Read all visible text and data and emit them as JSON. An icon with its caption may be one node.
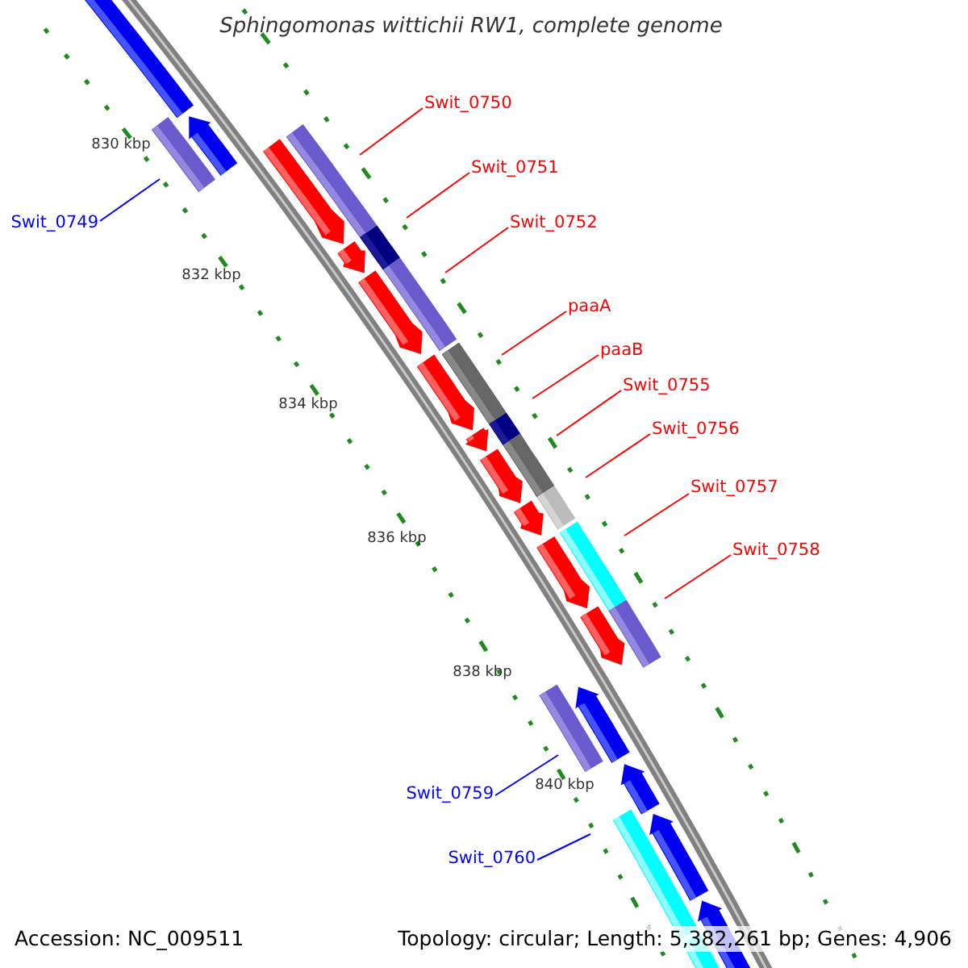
{
  "diagram": {
    "title": "Sphingomonas wittichii RW1, complete genome",
    "nodes": [
      {
        "text": [
          "Swit_0749"
        ]
      },
      {
        "text": [
          "Swit_0750"
        ]
      },
      {
        "text": [
          "Swit_0751"
        ]
      },
      {
        "text": [
          "Swit_0752"
        ]
      },
      {
        "text": [
          "paaA"
        ]
      },
      {
        "text": [
          "paaB"
        ]
      },
      {
        "text": [
          "Swit_0755"
        ]
      },
      {
        "text": [
          "Swit_0756"
        ]
      },
      {
        "text": [
          "Swit_0757"
        ]
      },
      {
        "text": [
          "Swit_0758"
        ]
      },
      {
        "text": [
          "Swit_0759"
        ]
      },
      {
        "text": [
          "Swit_0760"
        ]
      }
    ],
    "edges": [
      {
        "from": 0,
        "to": null,
        "arrow": "none",
        "color": "#0000ff"
      },
      {
        "from": 1,
        "to": null,
        "arrow": "none"
      },
      {
        "from": 2,
        "to": null,
        "arrow": "none"
      },
      {
        "from": 3,
        "to": null,
        "arrow": "none"
      },
      {
        "from": 4,
        "to": null,
        "arrow": "none"
      },
      {
        "from": 5,
        "to": null,
        "arrow": "none"
      },
      {
        "from": 6,
        "to": null,
        "arrow": "none"
      },
      {
        "from": 7,
        "to": null,
        "arrow": "none"
      },
      {
        "from": 8,
        "to": null,
        "arrow": "none"
      },
      {
        "from": 9,
        "to": null,
        "arrow": "none"
      },
      {
        "from": 10,
        "to": null,
        "arrow": "none",
        "color": "#0000ff"
      },
      {
        "from": 11,
        "to": null,
        "arrow": "none",
        "color": "#0000ff"
      }
    ],
    "labels": [
      "830 kbp",
      "832 kbp",
      "834 kbp",
      "836 kbp",
      "838 kbp",
      "840 kbp",
      "Accession: NC_009511",
      "Topology: circular; Length: 5,382,261 bp; Genes: 4,906"
    ]
  }
}
